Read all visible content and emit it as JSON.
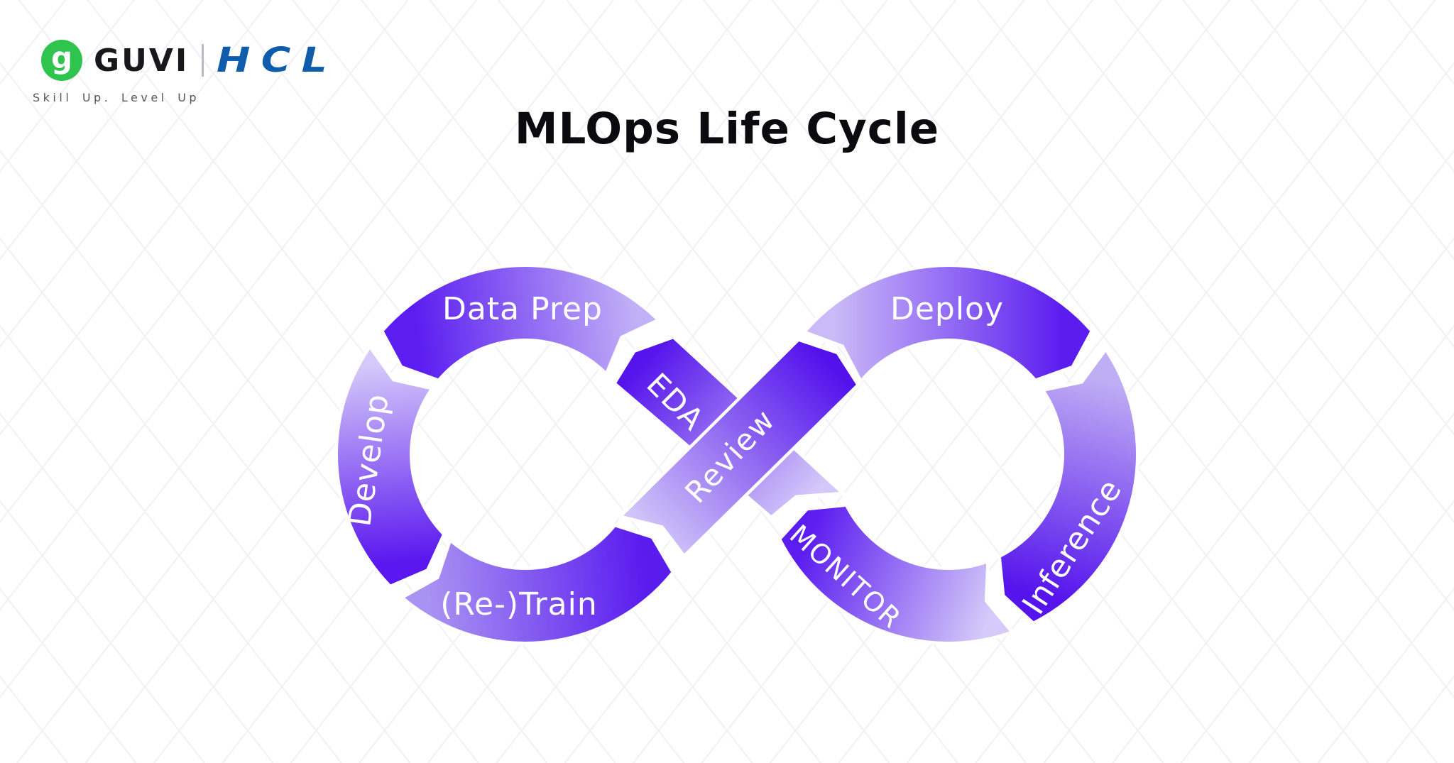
{
  "logo": {
    "glyph": "g",
    "brand": "GUVI",
    "partner": "HCL",
    "tagline": "Skill Up. Level Up",
    "circle_color": "#2ec44e",
    "partner_color": "#0f5cad"
  },
  "title": "MLOps Life Cycle",
  "diagram": {
    "description": "Infinity loop with eight arrow segments",
    "segments": [
      {
        "id": "data-prep",
        "label": "Data Prep",
        "color_from": "#5b1df0",
        "color_to": "#c3b1f7"
      },
      {
        "id": "develop",
        "label": "Develop",
        "color_from": "#d5c9fa",
        "color_to": "#5a17ef"
      },
      {
        "id": "retrain",
        "label": "(Re-)Train",
        "color_from": "#a992f2",
        "color_to": "#5a1bef"
      },
      {
        "id": "eda",
        "label": "EDA",
        "color_from": "#5514ec",
        "color_to": "#d4c8f9"
      },
      {
        "id": "review",
        "label": "Review",
        "color_from": "#d0c3f8",
        "color_to": "#5312ec"
      },
      {
        "id": "deploy",
        "label": "Deploy",
        "color_from": "#cabaf7",
        "color_to": "#5b1cf0"
      },
      {
        "id": "monitor",
        "label": "MONITOR",
        "color_from": "#5c1df0",
        "color_to": "#d5caf9"
      },
      {
        "id": "inference",
        "label": "Inference",
        "color_from": "#c0aef5",
        "color_to": "#5514ec"
      }
    ]
  }
}
